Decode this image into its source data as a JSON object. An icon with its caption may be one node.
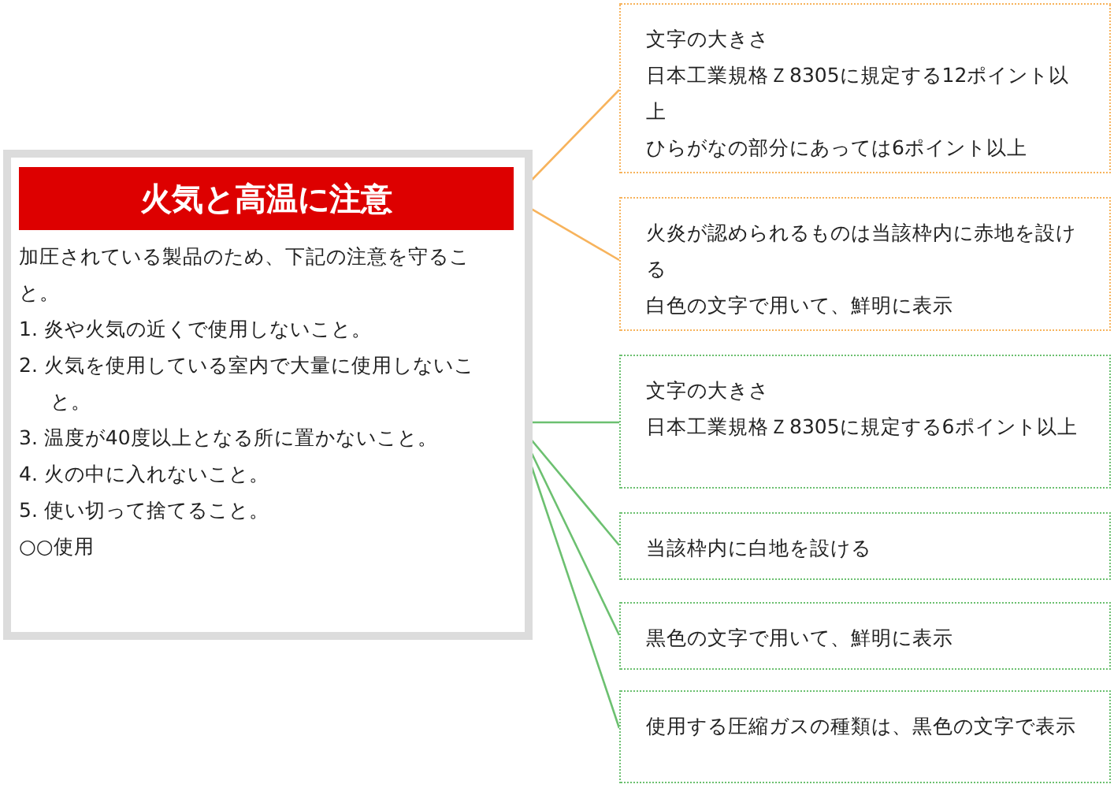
{
  "diagram": {
    "nodes": [
      {
        "text": [],
        "shape": "box"
      },
      {
        "text": [
          "火気と高温に注意"
        ],
        "in": 0
      },
      {
        "text": [
          "加圧されている製品のため、下記の注意を守ること。",
          "1. 炎や火気の近くで使用しないこと。",
          "2. 火気を使用している室内で大量に使用しないこと。",
          "3. 温度が40度以上となる所に置かないこと。",
          "4. 火の中に入れないこと。",
          "5. 使い切って捨てること。",
          "○○使用"
        ],
        "in": 0
      },
      {
        "text": [
          "文字の大きさ",
          "日本工業規格Ｚ8305に規定する12ポイント以上",
          "ひらがなの部分にあっては6ポイント以上"
        ]
      },
      {
        "text": [
          "火炎が認められるものは当該枠内に赤地を設ける",
          "白色の文字で用いて、鮮明に表示"
        ]
      },
      {
        "text": [
          "文字の大きさ",
          "日本工業規格Ｚ8305に規定する6ポイント以上"
        ]
      },
      {
        "text": [
          "当該枠内に白地を設ける"
        ]
      },
      {
        "text": [
          "黒色の文字で用いて、鮮明に表示"
        ]
      },
      {
        "text": [
          "使用する圧縮ガスの種類は、黒色の文字で表示"
        ]
      }
    ],
    "edges": [
      {
        "from": 1,
        "to": 3,
        "arrow": "none",
        "color": "#f7b35c"
      },
      {
        "from": 1,
        "to": 4,
        "arrow": "none",
        "color": "#f7b35c"
      },
      {
        "from": 2,
        "to": 5,
        "arrow": "none",
        "color": "#6cc070"
      },
      {
        "from": 2,
        "to": 6,
        "arrow": "none",
        "color": "#6cc070"
      },
      {
        "from": 2,
        "to": 7,
        "arrow": "none",
        "color": "#6cc070"
      },
      {
        "from": 2,
        "to": 8,
        "arrow": "none",
        "color": "#6cc070"
      }
    ]
  }
}
